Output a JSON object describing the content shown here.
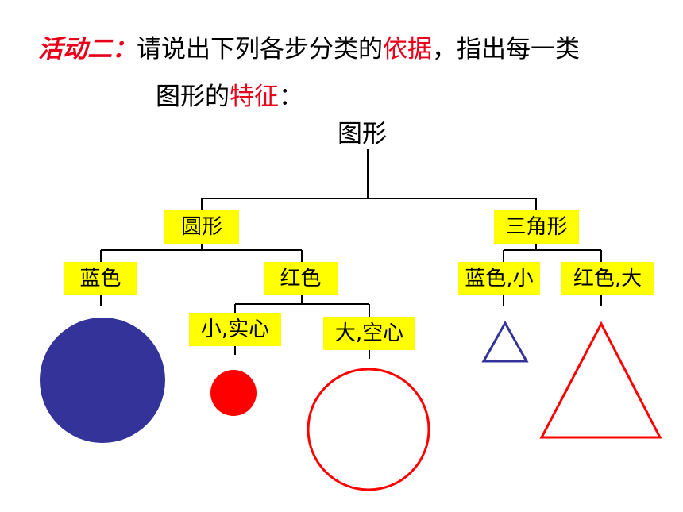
{
  "heading": {
    "activity": "活动二：",
    "line1_a": "请说出下列各步分类的",
    "line1_b": "依据",
    "line1_c": "，指出每一类",
    "line2_a": "图形的",
    "line2_b": "特征",
    "line2_c": "："
  },
  "tree": {
    "root": "图形",
    "circle_group": "圆形",
    "triangle_group": "三角形",
    "blue": "蓝色",
    "red": "红色",
    "small_solid": "小,实心",
    "large_hollow": "大,空心",
    "blue_small": "蓝色,小",
    "red_large": "红色,大"
  },
  "colors": {
    "accent_red": "#e8001a",
    "shape_blue": "#333399",
    "shape_red": "#ff0000",
    "label_bg": "#ffff00"
  }
}
